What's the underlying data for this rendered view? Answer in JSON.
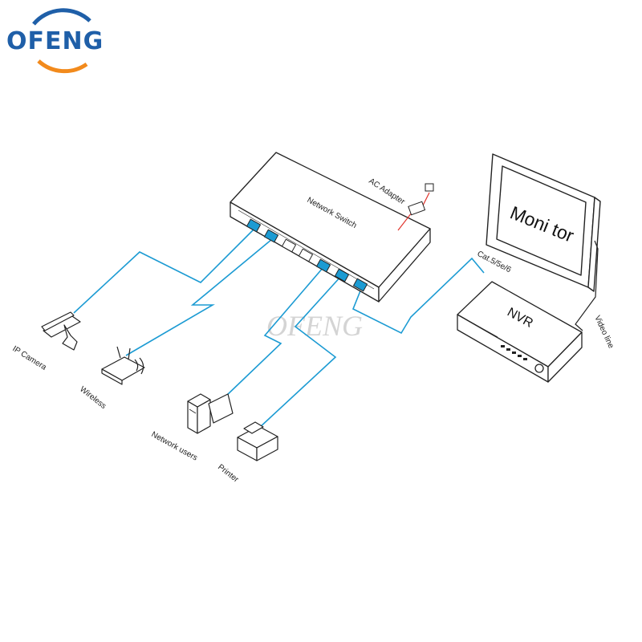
{
  "brand": {
    "logo_text": "OFENG",
    "watermark": "OFENG",
    "colors": {
      "blue": "#1f5fa8",
      "orange": "#f28a1c"
    }
  },
  "diagram": {
    "switch_label": "Network Switch",
    "ac_adapter_label": "AC Adapter",
    "monitor_label": "Moni tor",
    "nvr_label": "NVR",
    "cable_label": "Cat.5/5e/6",
    "video_line_label": "Video line",
    "devices": {
      "ip_camera": "IP Camera",
      "wireless": "Wireless",
      "network_users": "Network users",
      "printer": "Printer"
    },
    "colors": {
      "cable": "#1c9bd3",
      "power_line": "#e0332b",
      "outline": "#222222"
    }
  }
}
